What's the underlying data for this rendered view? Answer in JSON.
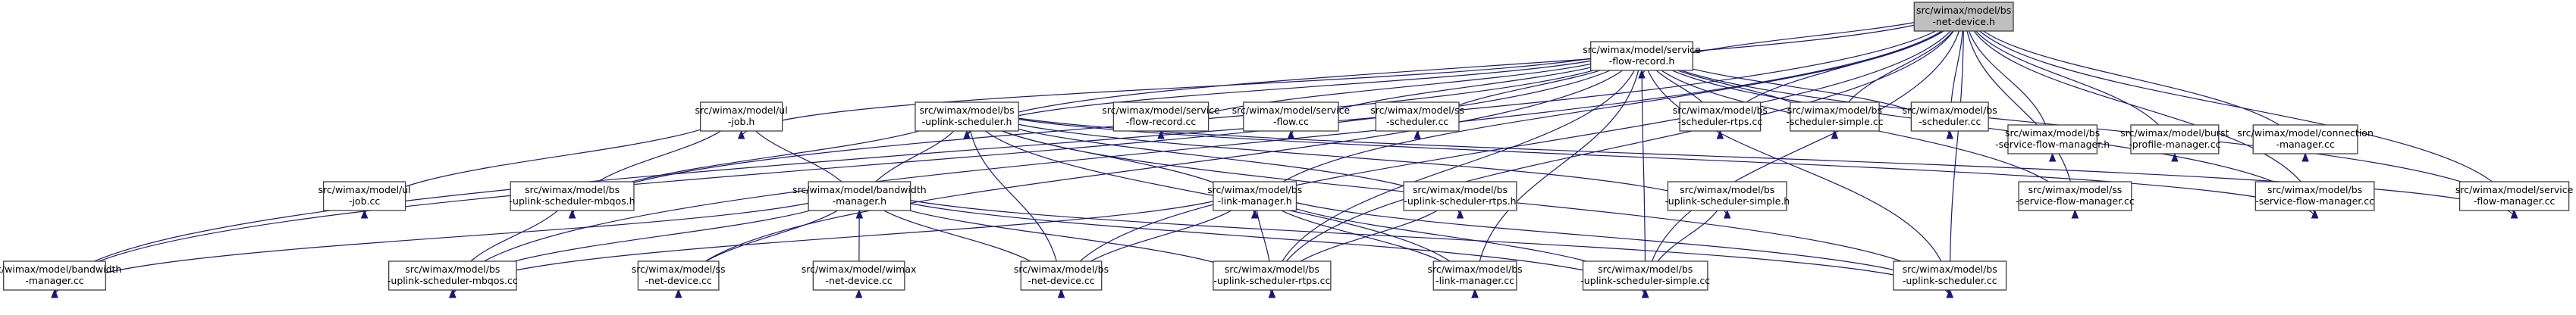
{
  "colors": {
    "edge": "#191970",
    "node_border": "#404040",
    "root_fill": "#bfbfbf",
    "node_fill": "#ffffff"
  },
  "nodes": [
    {
      "id": "netdev_h",
      "lines": [
        "src/wimax/model/bs",
        "-net-device.h"
      ],
      "root": true
    },
    {
      "id": "sfr_h",
      "lines": [
        "src/wimax/model/service",
        "-flow-record.h"
      ]
    },
    {
      "id": "bs_sfm_h",
      "lines": [
        "src/wimax/model/bs",
        "-service-flow-manager.h"
      ]
    },
    {
      "id": "burst_cc",
      "lines": [
        "src/wimax/model/burst",
        "-profile-manager.cc"
      ]
    },
    {
      "id": "conn_cc",
      "lines": [
        "src/wimax/model/connection",
        "-manager.cc"
      ]
    },
    {
      "id": "ul_job_h",
      "lines": [
        "src/wimax/model/ul",
        "-job.h"
      ]
    },
    {
      "id": "bs_ulsched_h",
      "lines": [
        "src/wimax/model/bs",
        "-uplink-scheduler.h"
      ]
    },
    {
      "id": "sfr_cc",
      "lines": [
        "src/wimax/model/service",
        "-flow-record.cc"
      ]
    },
    {
      "id": "sf_cc",
      "lines": [
        "src/wimax/model/service",
        "-flow.cc"
      ]
    },
    {
      "id": "ss_sched_cc",
      "lines": [
        "src/wimax/model/ss",
        "-scheduler.cc"
      ]
    },
    {
      "id": "bs_sched_rtps_cc",
      "lines": [
        "src/wimax/model/bs",
        "-scheduler-rtps.cc"
      ]
    },
    {
      "id": "bs_sched_simple_cc",
      "lines": [
        "src/wimax/model/bs",
        "-scheduler-simple.cc"
      ]
    },
    {
      "id": "bs_sched_cc",
      "lines": [
        "src/wimax/model/bs",
        "-scheduler.cc"
      ]
    },
    {
      "id": "ul_job_cc",
      "lines": [
        "src/wimax/model/ul",
        "-job.cc"
      ]
    },
    {
      "id": "bs_ulsched_mbqos_h",
      "lines": [
        "src/wimax/model/bs",
        "-uplink-scheduler-mbqos.h"
      ]
    },
    {
      "id": "bw_mgr_h",
      "lines": [
        "src/wimax/model/bandwidth",
        "-manager.h"
      ]
    },
    {
      "id": "bs_link_mgr_h",
      "lines": [
        "src/wimax/model/bs",
        "-link-manager.h"
      ]
    },
    {
      "id": "bs_ulsched_rtps_h",
      "lines": [
        "src/wimax/model/bs",
        "-uplink-scheduler-rtps.h"
      ]
    },
    {
      "id": "bs_ulsched_simple_h",
      "lines": [
        "src/wimax/model/bs",
        "-uplink-scheduler-simple.h"
      ]
    },
    {
      "id": "ss_sfm_cc",
      "lines": [
        "src/wimax/model/ss",
        "-service-flow-manager.cc"
      ]
    },
    {
      "id": "bs_sfm_cc",
      "lines": [
        "src/wimax/model/bs",
        "-service-flow-manager.cc"
      ]
    },
    {
      "id": "sfm_cc",
      "lines": [
        "src/wimax/model/service",
        "-flow-manager.cc"
      ]
    },
    {
      "id": "bw_mgr_cc",
      "lines": [
        "src/wimax/model/bandwidth",
        "-manager.cc"
      ]
    },
    {
      "id": "bs_ulsched_mbqos_cc",
      "lines": [
        "src/wimax/model/bs",
        "-uplink-scheduler-mbqos.cc"
      ]
    },
    {
      "id": "ss_netdev_cc",
      "lines": [
        "src/wimax/model/ss",
        "-net-device.cc"
      ]
    },
    {
      "id": "wimax_netdev_cc",
      "lines": [
        "src/wimax/model/wimax",
        "-net-device.cc"
      ]
    },
    {
      "id": "bs_netdev_cc",
      "lines": [
        "src/wimax/model/bs",
        "-net-device.cc"
      ]
    },
    {
      "id": "bs_ulsched_rtps_cc",
      "lines": [
        "src/wimax/model/bs",
        "-uplink-scheduler-rtps.cc"
      ]
    },
    {
      "id": "bs_link_mgr_cc",
      "lines": [
        "src/wimax/model/bs",
        "-link-manager.cc"
      ]
    },
    {
      "id": "bs_ulsched_simple_cc",
      "lines": [
        "src/wimax/model/bs",
        "-uplink-scheduler-simple.cc"
      ]
    },
    {
      "id": "bs_ulsched_cc",
      "lines": [
        "src/wimax/model/bs",
        "-uplink-scheduler.cc"
      ]
    }
  ],
  "edges": [
    [
      "netdev_h",
      "sfr_h"
    ],
    [
      "netdev_h",
      "bs_sfm_h"
    ],
    [
      "netdev_h",
      "burst_cc"
    ],
    [
      "netdev_h",
      "conn_cc"
    ],
    [
      "netdev_h",
      "bs_sched_rtps_cc"
    ],
    [
      "netdev_h",
      "bs_sched_simple_cc"
    ],
    [
      "netdev_h",
      "bs_sched_cc"
    ],
    [
      "netdev_h",
      "bs_ulsched_h"
    ],
    [
      "netdev_h",
      "bs_link_mgr_h"
    ],
    [
      "netdev_h",
      "ss_sfm_cc"
    ],
    [
      "netdev_h",
      "bs_sfm_cc"
    ],
    [
      "netdev_h",
      "sfm_cc"
    ],
    [
      "netdev_h",
      "bw_mgr_cc"
    ],
    [
      "netdev_h",
      "bs_ulsched_mbqos_cc"
    ],
    [
      "netdev_h",
      "bs_netdev_cc"
    ],
    [
      "netdev_h",
      "bs_ulsched_rtps_cc"
    ],
    [
      "netdev_h",
      "bs_ulsched_simple_cc"
    ],
    [
      "netdev_h",
      "bs_ulsched_cc"
    ],
    [
      "sfr_h",
      "ul_job_h"
    ],
    [
      "sfr_h",
      "bs_ulsched_h"
    ],
    [
      "sfr_h",
      "sfr_cc"
    ],
    [
      "sfr_h",
      "sf_cc"
    ],
    [
      "sfr_h",
      "ss_sched_cc"
    ],
    [
      "sfr_h",
      "bs_sched_rtps_cc"
    ],
    [
      "sfr_h",
      "bs_sched_simple_cc"
    ],
    [
      "sfr_h",
      "bs_sched_cc"
    ],
    [
      "sfr_h",
      "ss_sfm_cc"
    ],
    [
      "sfr_h",
      "bs_sfm_cc"
    ],
    [
      "sfr_h",
      "sfm_cc"
    ],
    [
      "sfr_h",
      "bw_mgr_cc"
    ],
    [
      "sfr_h",
      "bs_ulsched_mbqos_h"
    ],
    [
      "sfr_h",
      "bs_link_mgr_cc"
    ],
    [
      "sfr_h",
      "bs_ulsched_simple_cc"
    ],
    [
      "sfr_h",
      "bs_ulsched_cc"
    ],
    [
      "sfr_h",
      "ss_netdev_cc"
    ],
    [
      "sfr_h",
      "bs_ulsched_rtps_cc"
    ],
    [
      "ul_job_h",
      "ul_job_cc"
    ],
    [
      "ul_job_h",
      "bs_ulsched_mbqos_h"
    ],
    [
      "ul_job_h",
      "bw_mgr_h"
    ],
    [
      "bs_ulsched_h",
      "bs_ulsched_mbqos_h"
    ],
    [
      "bs_ulsched_h",
      "bw_mgr_h"
    ],
    [
      "bs_ulsched_h",
      "bs_link_mgr_h"
    ],
    [
      "bs_ulsched_h",
      "bs_ulsched_rtps_h"
    ],
    [
      "bs_ulsched_h",
      "bs_ulsched_simple_h"
    ],
    [
      "bs_ulsched_h",
      "bs_netdev_cc"
    ],
    [
      "bs_ulsched_h",
      "bs_ulsched_cc"
    ],
    [
      "bs_ulsched_h",
      "bs_link_mgr_cc"
    ],
    [
      "bs_ulsched_h",
      "sfm_cc"
    ],
    [
      "bs_ulsched_h",
      "bs_sfm_cc"
    ],
    [
      "bs_ulsched_mbqos_h",
      "bs_ulsched_mbqos_cc"
    ],
    [
      "bw_mgr_h",
      "bw_mgr_cc"
    ],
    [
      "bw_mgr_h",
      "bs_ulsched_mbqos_cc"
    ],
    [
      "bw_mgr_h",
      "ss_netdev_cc"
    ],
    [
      "bw_mgr_h",
      "wimax_netdev_cc"
    ],
    [
      "bw_mgr_h",
      "bs_netdev_cc"
    ],
    [
      "bw_mgr_h",
      "bs_ulsched_rtps_cc"
    ],
    [
      "bw_mgr_h",
      "bs_ulsched_simple_cc"
    ],
    [
      "bw_mgr_h",
      "bs_ulsched_cc"
    ],
    [
      "bs_link_mgr_h",
      "bs_netdev_cc"
    ],
    [
      "bs_link_mgr_h",
      "bs_ulsched_rtps_cc"
    ],
    [
      "bs_link_mgr_h",
      "bs_link_mgr_cc"
    ],
    [
      "bs_link_mgr_h",
      "bs_ulsched_simple_cc"
    ],
    [
      "bs_link_mgr_h",
      "bs_ulsched_cc"
    ],
    [
      "bs_link_mgr_h",
      "bs_ulsched_mbqos_cc"
    ],
    [
      "bs_ulsched_rtps_h",
      "bs_ulsched_rtps_cc"
    ],
    [
      "bs_ulsched_simple_h",
      "bs_ulsched_simple_cc"
    ]
  ]
}
